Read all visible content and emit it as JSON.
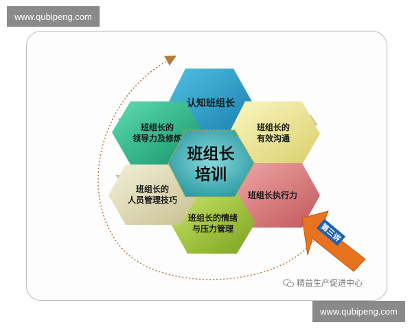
{
  "watermark_top": "www.qubipeng.com",
  "watermark_bottom": "www.qubipeng.com",
  "center": {
    "line1": "班组长",
    "line2": "培训"
  },
  "hexagons": {
    "top": {
      "line1": "认知班组长",
      "line2": "",
      "color": "#2aa3c9"
    },
    "upper_right": {
      "line1": "班组长的",
      "line2": "有效沟通",
      "color": "#f0ea9a"
    },
    "lower_right": {
      "line1": "班组长执行力",
      "line2": "",
      "color": "#d97c7e"
    },
    "bottom": {
      "line1": "班组长的情绪",
      "line2": "与压力管理",
      "color": "#a5c93a"
    },
    "lower_left": {
      "line1": "班组长的",
      "line2": "人员管理技巧",
      "color": "#e2ddb8"
    },
    "upper_left": {
      "line1": "班组长的",
      "line2": "领导力及修炼",
      "color": "#27c08f"
    }
  },
  "arrow_badge": "第三讲",
  "brand_name": "精益生产促进中心",
  "colors": {
    "arrow": "#e8731e",
    "cycle": "#b8783a",
    "center": "#4ec0c6"
  }
}
